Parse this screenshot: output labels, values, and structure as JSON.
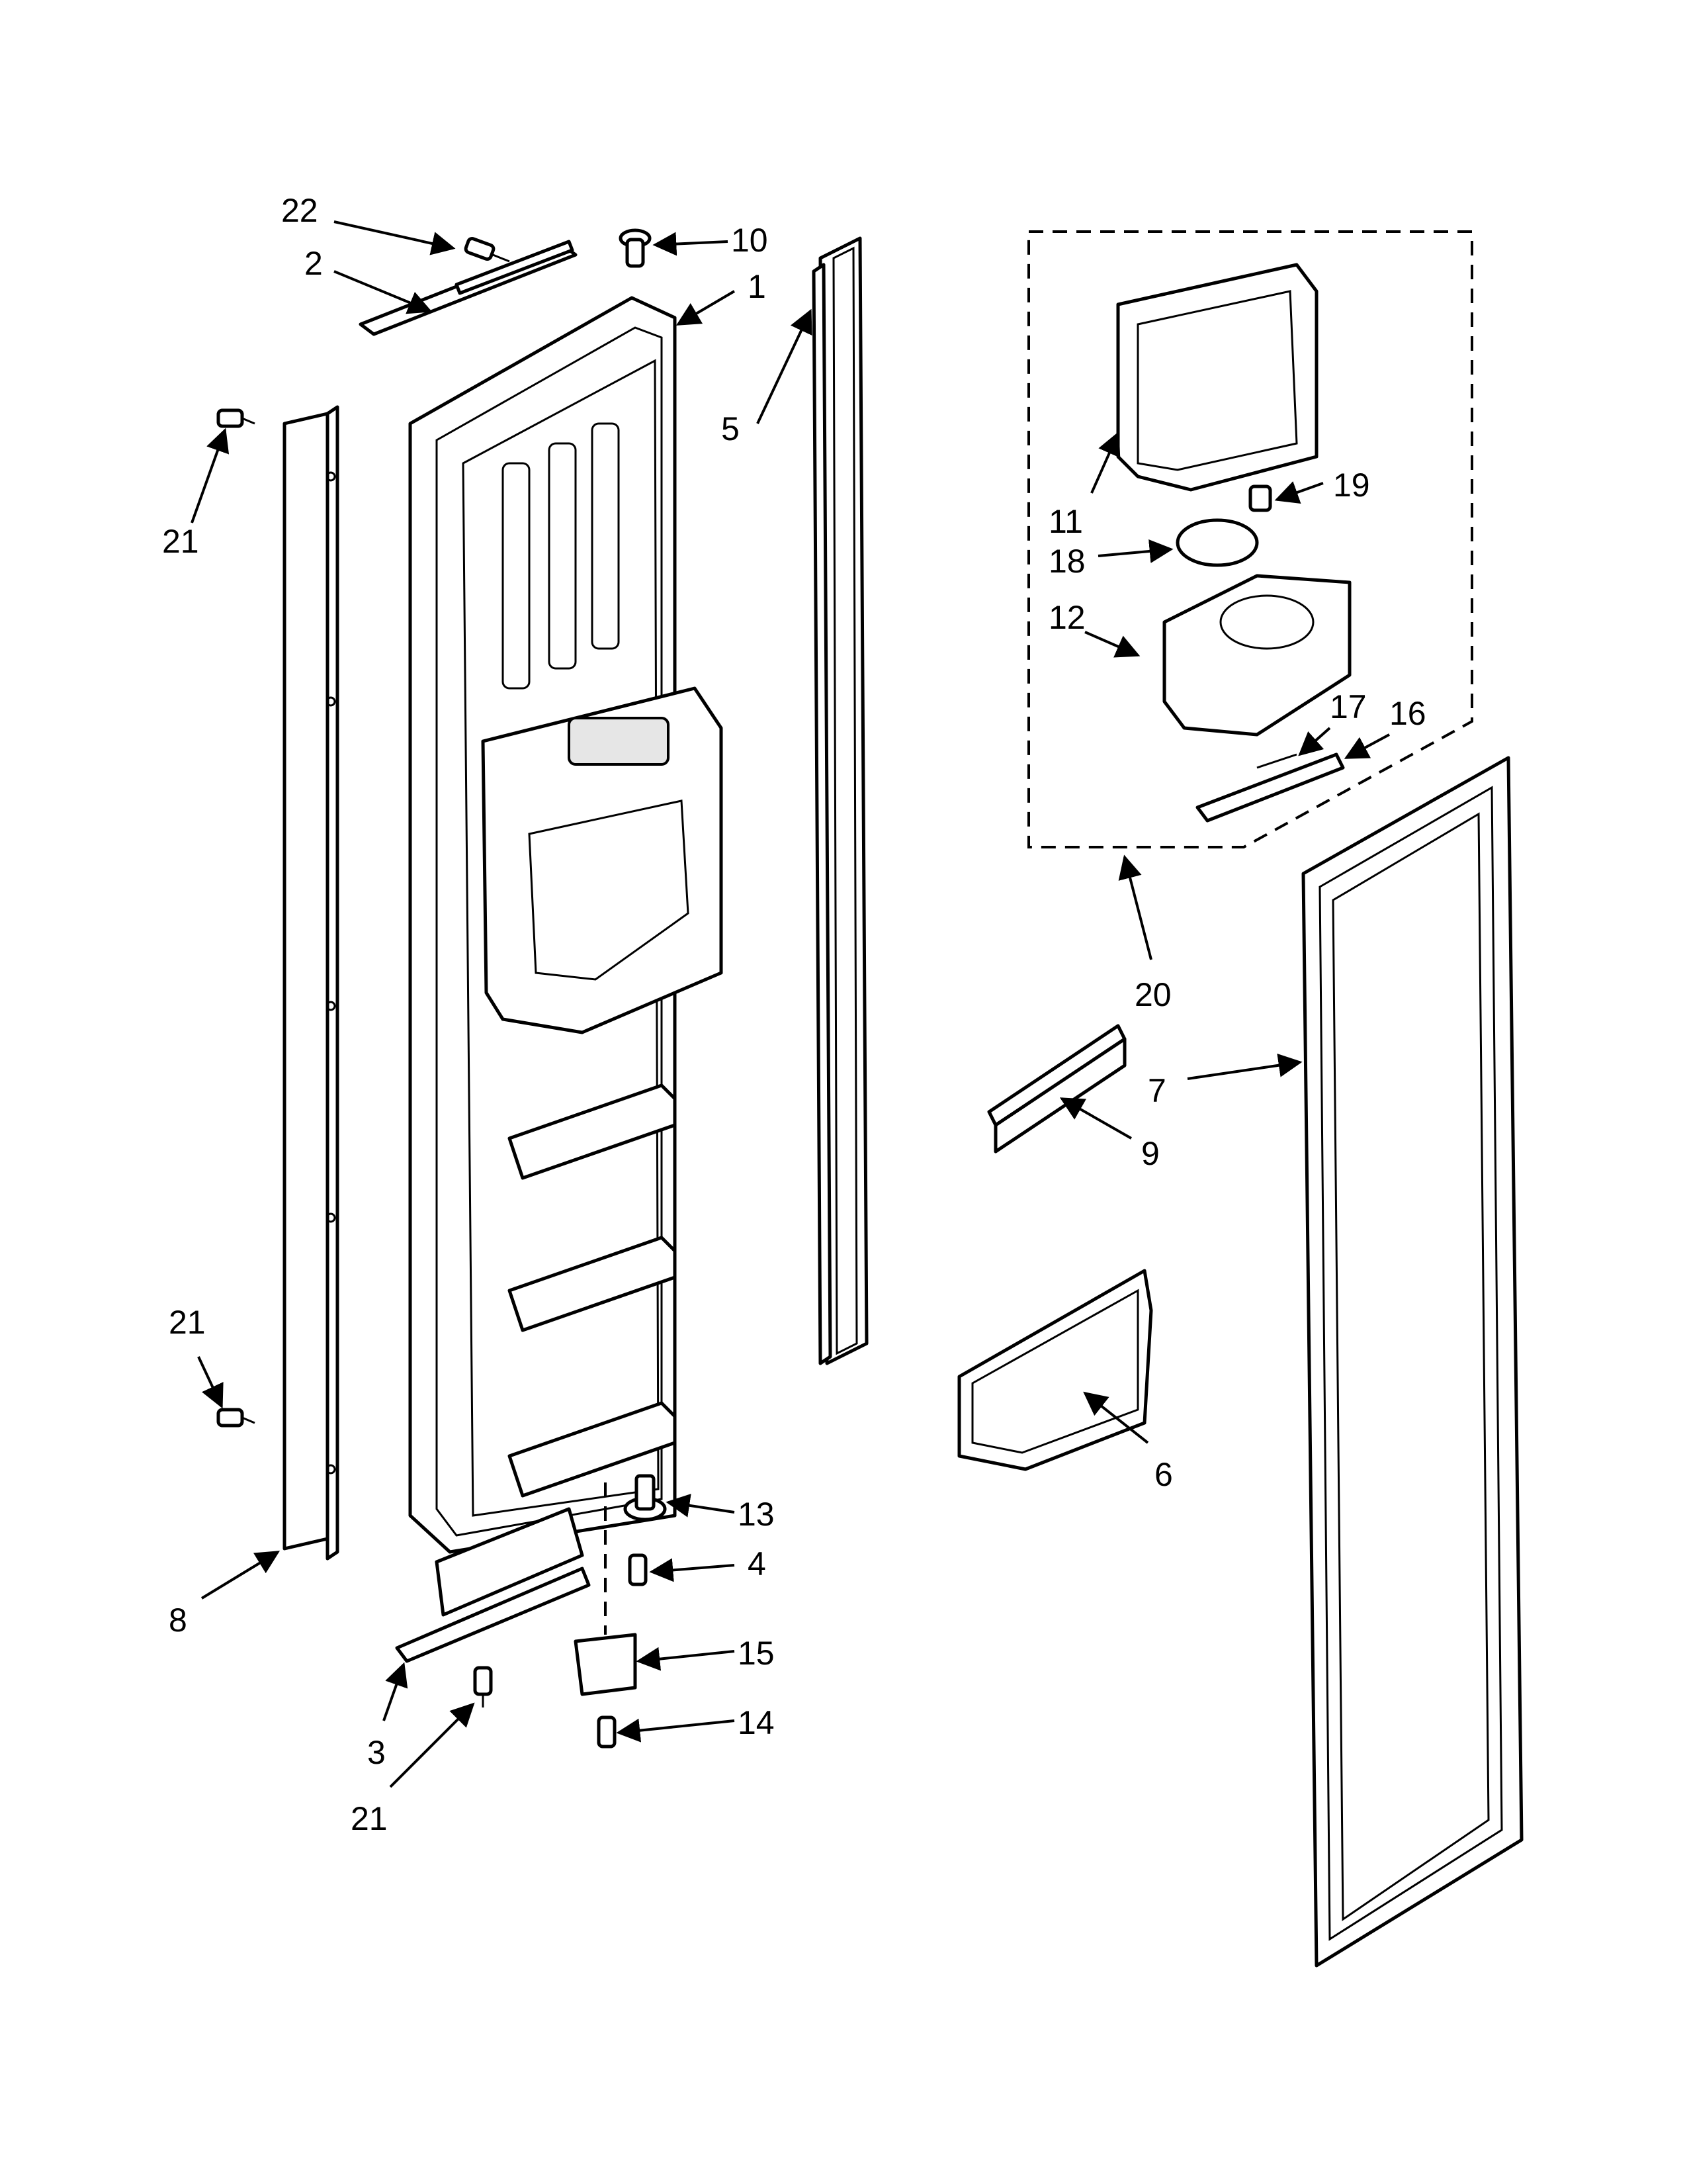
{
  "callouts": {
    "c1": "1",
    "c2": "2",
    "c3": "3",
    "c4": "4",
    "c5": "5",
    "c6": "6",
    "c7": "7",
    "c8": "8",
    "c9": "9",
    "c10": "10",
    "c11": "11",
    "c12": "12",
    "c13": "13",
    "c14": "14",
    "c15": "15",
    "c16": "16",
    "c17": "17",
    "c18": "18",
    "c19": "19",
    "c20": "20",
    "c21a": "21",
    "c21b": "21",
    "c21c": "21",
    "c22": "22"
  }
}
